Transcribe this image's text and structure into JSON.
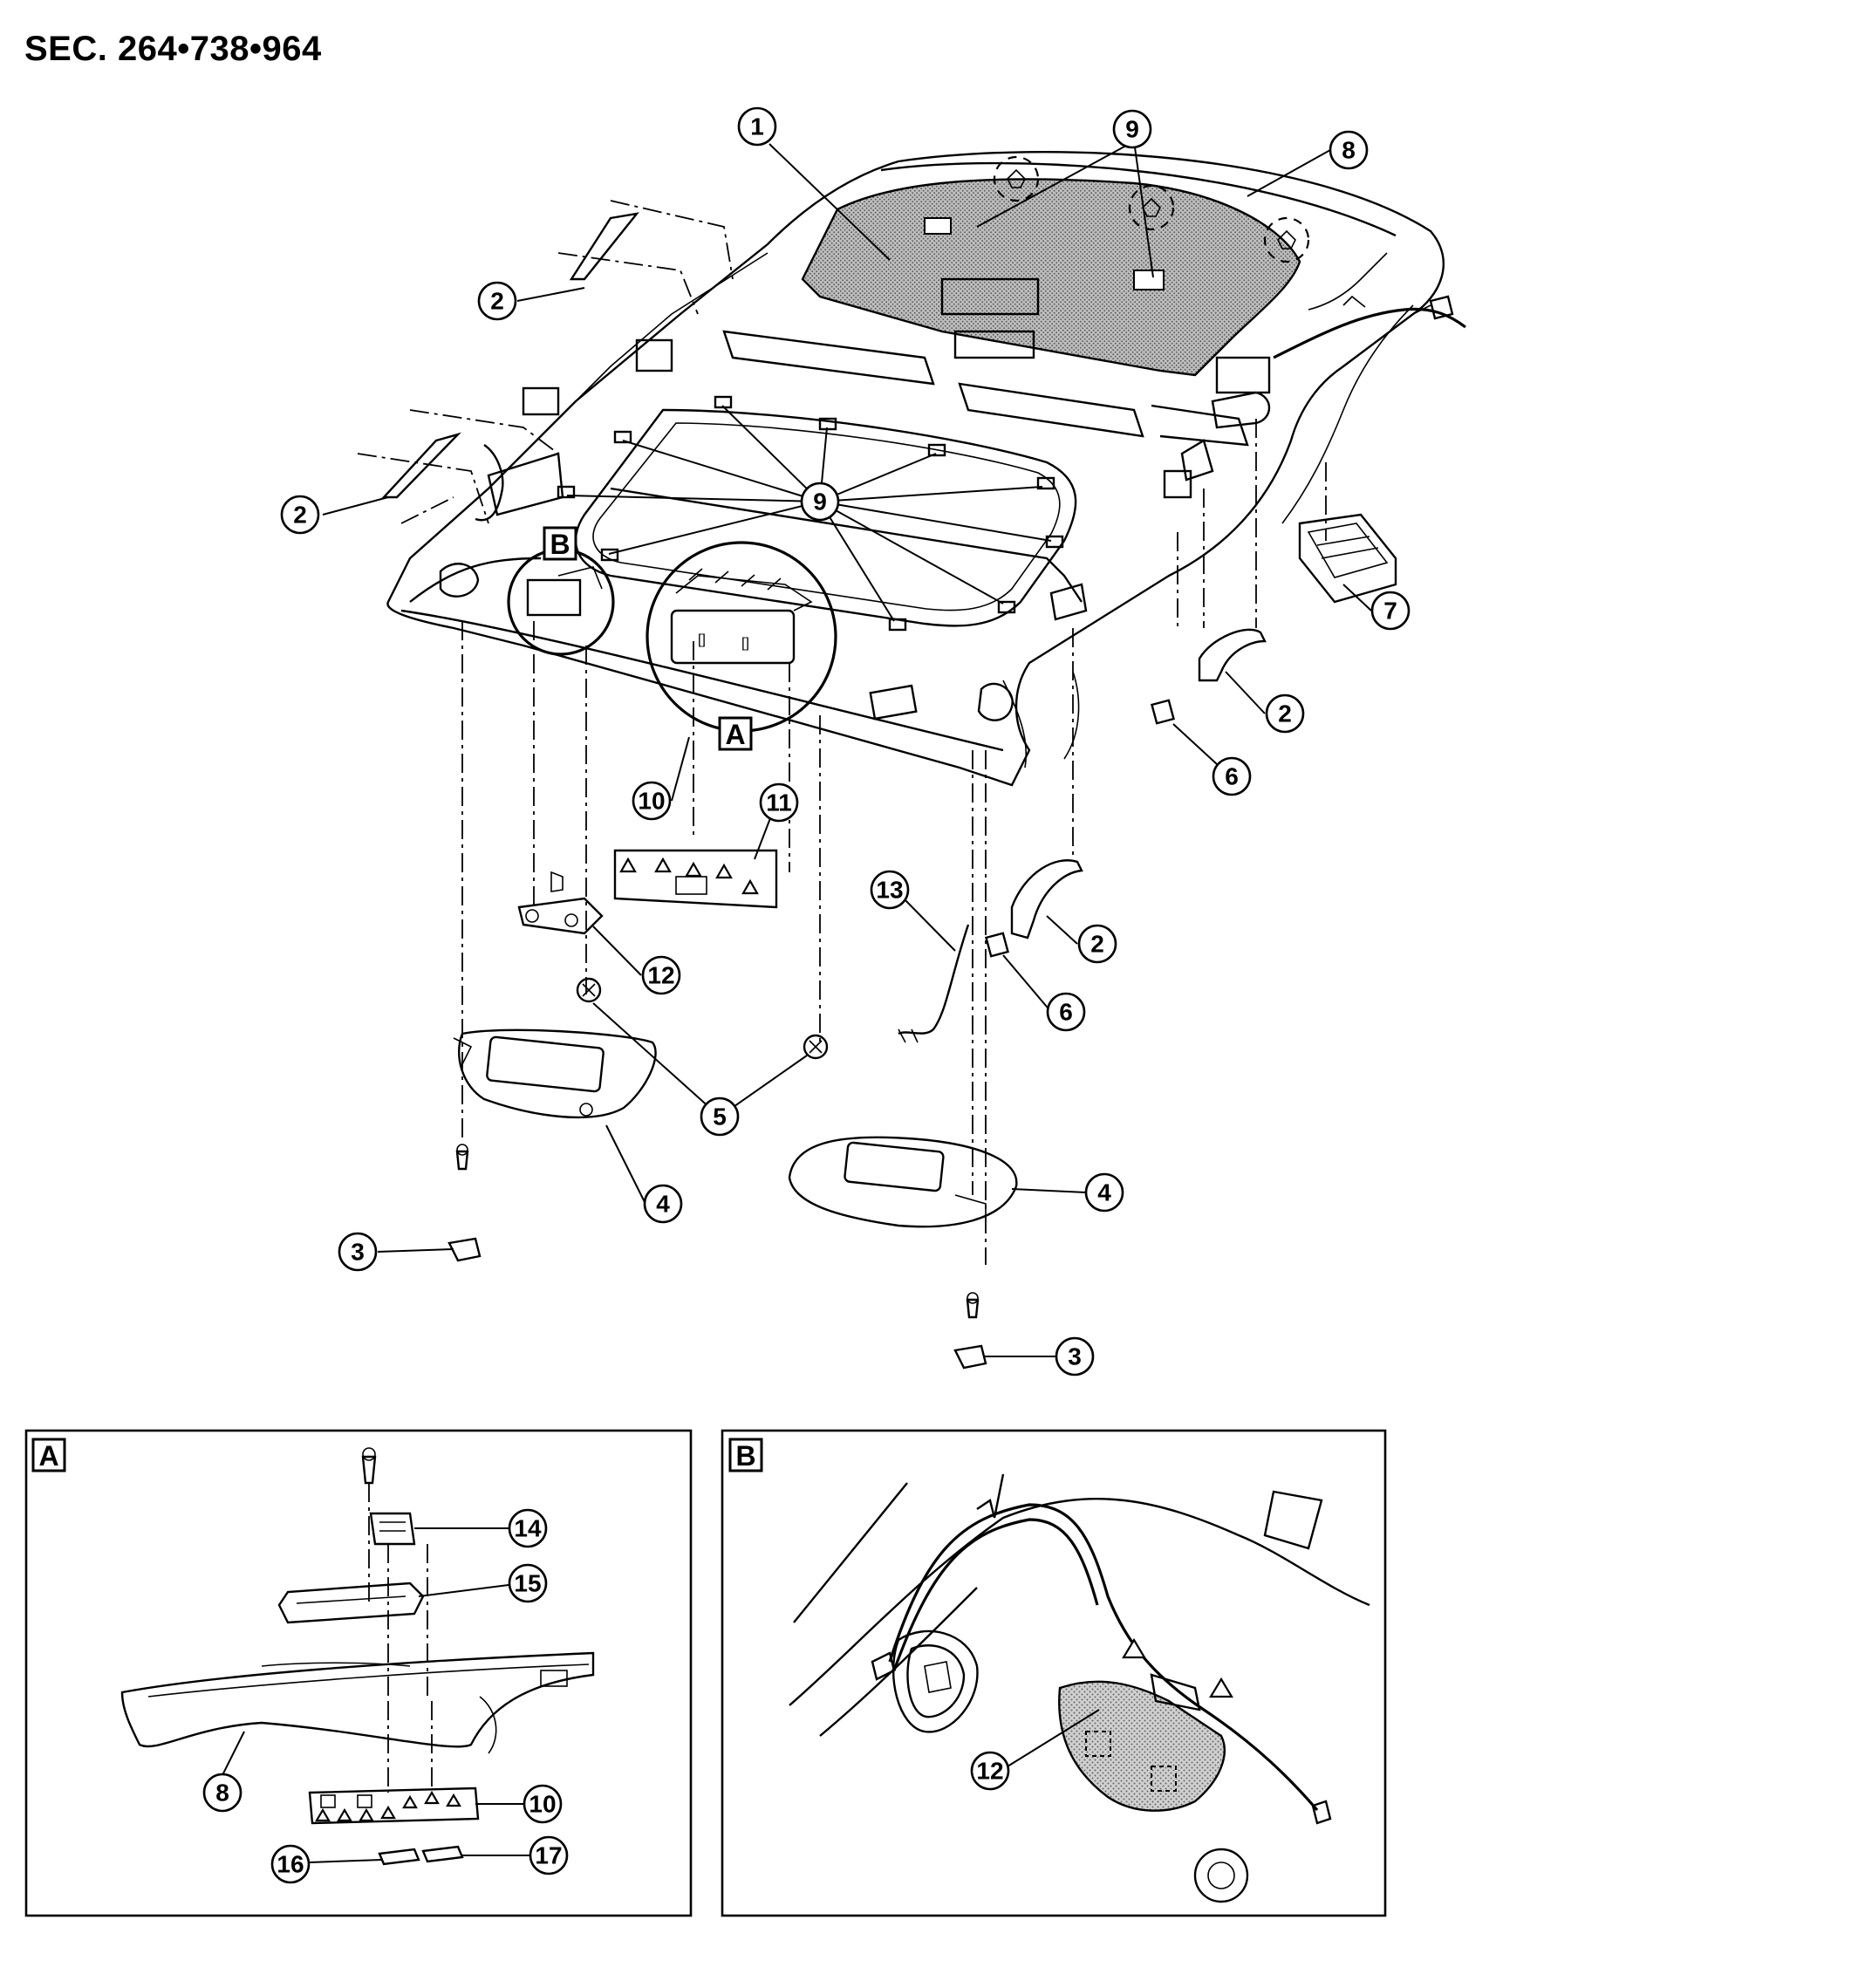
{
  "section_title": "SEC. 264•738•964",
  "callouts": {
    "c1": "1",
    "c9a": "9",
    "c9b": "9",
    "c8": "8",
    "c2a": "2",
    "c2b": "2",
    "c2c": "2",
    "c2d": "2",
    "c7": "7",
    "c6a": "6",
    "c6b": "6",
    "c10": "10",
    "c11": "11",
    "c12": "12",
    "c13": "13",
    "c5": "5",
    "c4a": "4",
    "c4b": "4",
    "c3a": "3",
    "c3b": "3"
  },
  "detail_labels": {
    "A": "A",
    "B": "B"
  },
  "detail_a_callouts": {
    "c14": "14",
    "c15": "15",
    "c8": "8",
    "c10": "10",
    "c16": "16",
    "c17": "17"
  },
  "detail_b_callouts": {
    "c12": "12"
  }
}
